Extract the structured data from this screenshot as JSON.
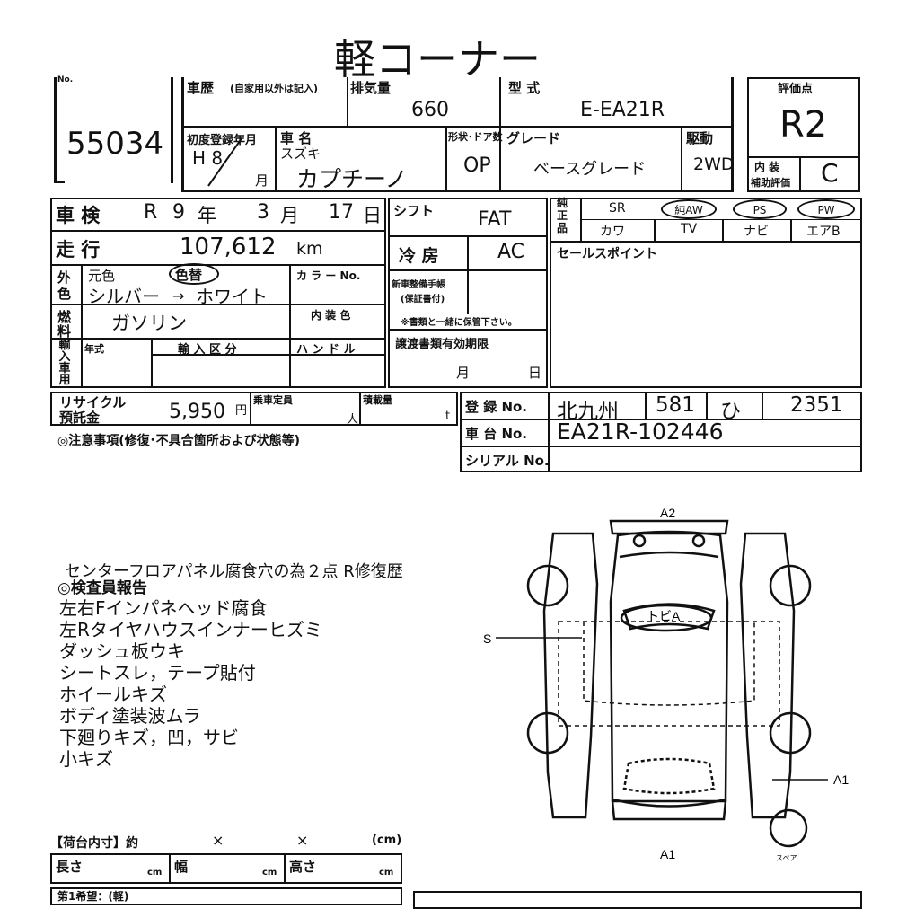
{
  "title": "軽コーナー",
  "header": {
    "no_label": "No.",
    "lot_number": "55034",
    "history_label": "車歴",
    "history_note": "(自家用以外は記入)",
    "displacement_label": "排気量",
    "displacement": "660",
    "model_label": "型 式",
    "model": "E-EA21R",
    "rating_label": "評価点",
    "rating": "R2",
    "first_reg_label": "初度登録年月",
    "first_reg_year": "H 8",
    "first_reg_month_unit": "月",
    "car_name_label": "車 名",
    "maker": "スズキ",
    "car_name": "カプチーノ",
    "doors_label": "形状･ドア数",
    "doors": "OP",
    "grade_label": "グレード",
    "grade": "ベースグレード",
    "drive_label": "駆動",
    "drive": "2WD",
    "interior_label_1": "内 装",
    "interior_label_2": "補助評価",
    "interior_rating": "C"
  },
  "inspection": {
    "label": "車 検",
    "era": "R",
    "year": "9",
    "year_unit": "年",
    "month": "3",
    "month_unit": "月",
    "day": "17",
    "day_unit": "日"
  },
  "mileage": {
    "label": "走 行",
    "value": "107,612",
    "unit": "km"
  },
  "color": {
    "label_1": "外",
    "label_2": "色",
    "orig_label": "元色",
    "repaint_label": "色替",
    "orig": "シルバー",
    "arrow": "→",
    "new": "ホワイト",
    "color_no_label": "カ ラ ー No."
  },
  "fuel": {
    "label_1": "燃",
    "label_2": "料",
    "value": "ガソリン",
    "interior_color_label": "内 装 色"
  },
  "import": {
    "label": [
      "輸",
      "入",
      "車",
      "用"
    ],
    "year_label": "年式",
    "type_label": "輸 入 区 分",
    "handle_label": "ハ ン ド ル"
  },
  "shift": {
    "label": "シフト",
    "value": "FAT"
  },
  "aircon": {
    "label": "冷 房",
    "value": "AC"
  },
  "warranty": {
    "label_1": "新車整備手帳",
    "label_2": "(保証書付)",
    "note": "※書類と一緒に保管下さい。"
  },
  "transfer": {
    "label": "譲渡書類有効期限",
    "month_unit": "月",
    "day_unit": "日"
  },
  "equipment": {
    "label_1": "純",
    "label_2": "正",
    "label_3": "品",
    "items": [
      "SR",
      "純AW",
      "PS",
      "PW",
      "カワ",
      "TV",
      "ナビ",
      "エアB"
    ]
  },
  "sales_point": {
    "label": "セールスポイント"
  },
  "recycle": {
    "label_1": "リサイクル",
    "label_2": "預託金",
    "value": "5,950",
    "unit": "円"
  },
  "capacity": {
    "label": "乗車定員",
    "unit": "人"
  },
  "load": {
    "label": "積載量",
    "unit": "t"
  },
  "registration": {
    "label": "登 録 No.",
    "area": "北九州",
    "class_no": "581",
    "kana": "ひ",
    "number": "2351",
    "chassis_label": "車 台 No.",
    "chassis": "EA21R-102446",
    "serial_label": "シリアル No."
  },
  "caution_label": "◎注意事項(修復･不具合箇所および状態等)",
  "notes": {
    "line_1": "センターフロアパネル腐食穴の為２点 R修復歴",
    "inspector_label": "◎検査員報告",
    "items": [
      "左右Fインパネヘッド腐食",
      "左Rタイヤハウスインナーヒズミ",
      "ダッシュ板ウキ",
      "シートスレ，テープ貼付",
      "ホイールキズ",
      "ボディ塗装波ムラ",
      "下廻りキズ，凹，サビ",
      "小キズ"
    ]
  },
  "diagram": {
    "a2": "A2",
    "tobi": "トビA",
    "s": "S",
    "a1_side": "A1",
    "a1_bottom": "A1",
    "spare": "スペア"
  },
  "cargo": {
    "label": "【荷台内寸】約",
    "x1": "×",
    "x2": "×",
    "unit": "(cm)",
    "length_label": "長さ",
    "width_label": "幅",
    "height_label": "高さ",
    "cm": "cm",
    "bottom_text": "第1希望：(軽)"
  }
}
